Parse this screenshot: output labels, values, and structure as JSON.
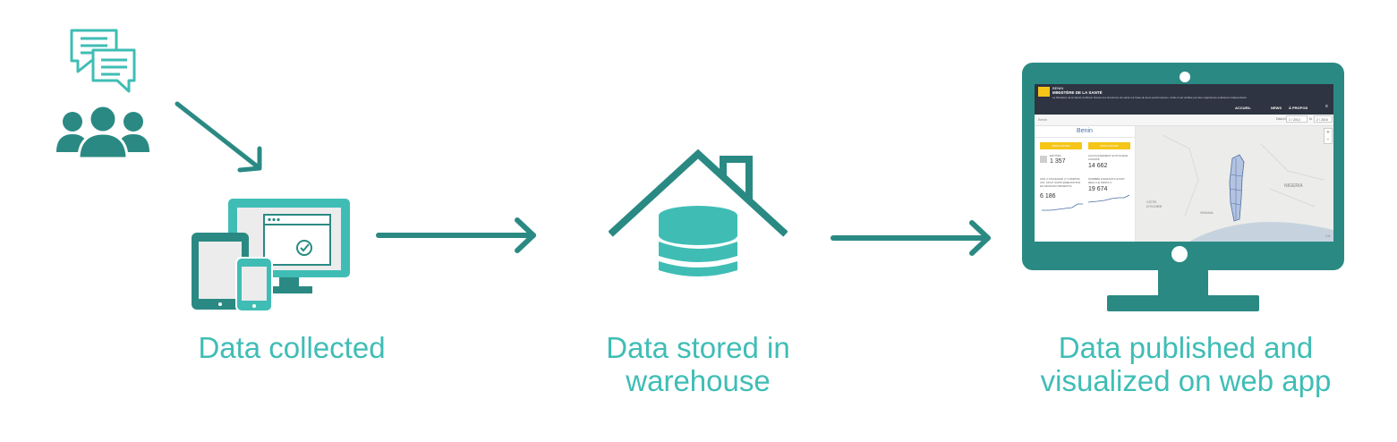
{
  "colors": {
    "teal": "#2a8a83",
    "light_teal": "#3fbdb5",
    "caption": "#3fbdb5",
    "screen_header": "#2e3441",
    "tile_yellow": "#f5c518"
  },
  "icons": {
    "chat": "chat-bubbles-icon",
    "users": "users-group-icon",
    "devices": "devices-icon",
    "house_db": "house-database-icon",
    "monitor": "monitor-icon"
  },
  "steps": [
    {
      "caption_lines": [
        "Data collected"
      ]
    },
    {
      "caption_lines": [
        "Data stored in",
        "warehouse"
      ]
    },
    {
      "caption_lines": [
        "Data published and",
        "visualized on web app"
      ]
    }
  ],
  "screen": {
    "org_small": "BENIN",
    "org_title": "MINISTÈRE DE LA SANTÉ",
    "org_desc": "Le Ministère de la Santé du Bénin finance les structures de santé sur base de leurs performances. Celle-ci est vérifiée par des organismes extérieurs indépendants.",
    "nav": [
      "ACCUEIL",
      "NEWS",
      "À PROPOS",
      "≡"
    ],
    "breadcrumb": "Benin",
    "date_from_label": "Data for",
    "date_from": "1 / 2013",
    "date_to_label": "to",
    "date_to": "2 / 2016",
    "panel_title": "Benin",
    "tiles": [
      "INDICATEURS",
      "INDICATEURS"
    ],
    "stat1": {
      "label": "ENTITÉS",
      "value": "1 357"
    },
    "stat2": {
      "label": "ACCOUCHEMENT EUTOCIQUE ASSISTÉ",
      "value": "14 662"
    },
    "stat3": {
      "label": "CPN 4 STANDARD (Y COMPRIS VAT, SP ET SUPPLEMENTATION EN MICRONUTRIMENTS)",
      "value": "6 186"
    },
    "stat4": {
      "label": "NOMBRE D'ENFANTS AYANT REÇU LE PENTA 3",
      "value": "19 674"
    },
    "map_labels": [
      "NIGERIA",
      "GHANA",
      "CÔTE D'IVOIRE",
      "CA"
    ]
  }
}
